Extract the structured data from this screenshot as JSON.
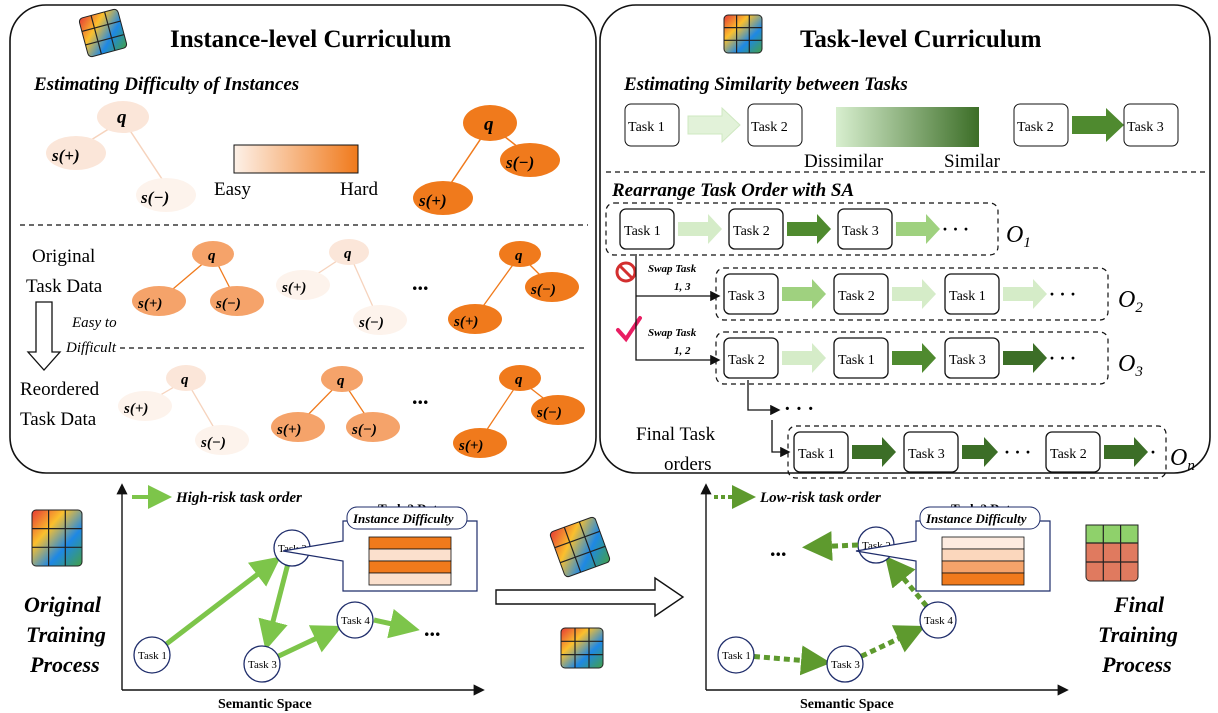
{
  "instance_panel": {
    "title": "Instance-level Curriculum",
    "subtitle": "Estimating Difficulty of Instances",
    "scale": {
      "easy": "Easy",
      "hard": "Hard"
    },
    "node_q": "q",
    "node_pos": "s(+)",
    "node_neg": "s(−)",
    "original_label": [
      "Original",
      "Task Data"
    ],
    "arrow_label": [
      "Easy to",
      "Difficult"
    ],
    "reordered_label": [
      "Reordered",
      "Task Data"
    ],
    "ellipsis": "..."
  },
  "task_panel": {
    "title": "Task-level Curriculum",
    "subtitle": "Estimating Similarity between Tasks",
    "legend": {
      "dissimilar": "Dissimilar",
      "similar": "Similar"
    },
    "section2": "Rearrange Task Order with SA",
    "rows": [
      {
        "tasks": [
          "Task 1",
          "Task 2",
          "Task 3"
        ],
        "order_label": "O1"
      },
      {
        "tasks": [
          "Task 3",
          "Task 2",
          "Task 1"
        ],
        "order_label": "O2",
        "swap": [
          "Swap Task",
          "1, 3"
        ]
      },
      {
        "tasks": [
          "Task 2",
          "Task 1",
          "Task 3"
        ],
        "order_label": "O3",
        "swap": [
          "Swap Task",
          "1, 2"
        ]
      },
      {
        "tasks": [
          "Task 1",
          "Task 3",
          "Task 2"
        ],
        "order_label": "On"
      }
    ],
    "final_label": [
      "Final Task",
      "orders"
    ],
    "dots": "· · ·",
    "example": [
      [
        "Task 1",
        "Task 2"
      ],
      [
        "Task 2",
        "Task 3"
      ]
    ]
  },
  "bottom": {
    "left_label": [
      "Original",
      "Training",
      "Process"
    ],
    "right_label": [
      "Final",
      "Training",
      "Process"
    ],
    "left_legend": "High-risk task order",
    "right_legend": "Low-risk task order",
    "axis": "Semantic Space",
    "data_title": "Task 2 Data",
    "data_sub": "Instance Difficulty",
    "tasks": [
      "Task 1",
      "Task 2",
      "Task 3",
      "Task 4"
    ],
    "ellipsis": "...",
    "colors": {
      "green": "#7dc54a",
      "dark_green": "#5e9a2e",
      "orange": "#f07a1c"
    }
  }
}
